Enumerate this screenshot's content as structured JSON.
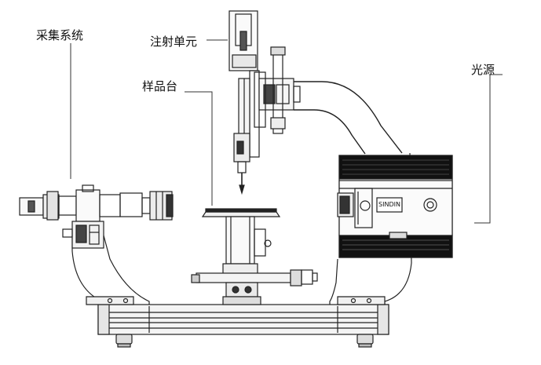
{
  "labels": {
    "acquisition": "采集系统",
    "injection": "注射单元",
    "stage": "样品台",
    "light": "光源"
  },
  "device": {
    "badge": "SINDIN"
  }
}
